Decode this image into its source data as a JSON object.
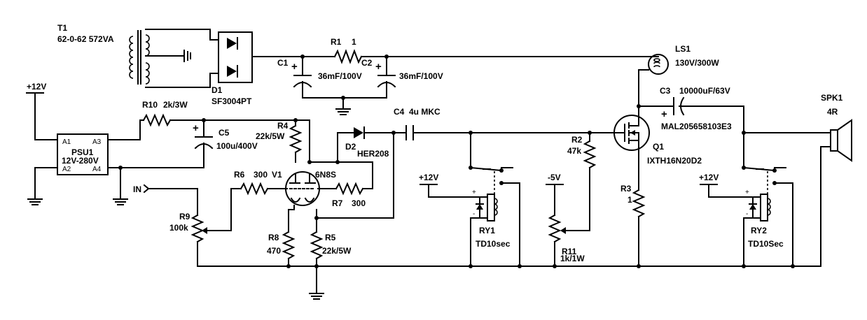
{
  "components": {
    "T1": {
      "ref": "T1",
      "value": "62-0-62 572VA"
    },
    "D1": {
      "ref": "D1",
      "value": "SF3004PT"
    },
    "R1": {
      "ref": "R1",
      "value": "1"
    },
    "C1": {
      "ref": "C1",
      "value": "36mF/100V"
    },
    "C2": {
      "ref": "C2",
      "value": "36mF/100V"
    },
    "LS1": {
      "ref": "LS1",
      "value": "130V/300W"
    },
    "C3": {
      "ref": "C3",
      "value": "10000uF/63V",
      "part": "MAL205658103E3"
    },
    "SPK1": {
      "ref": "SPK1",
      "value": "4R"
    },
    "R10": {
      "ref": "R10",
      "value": "2k/3W"
    },
    "C5": {
      "ref": "C5",
      "value": "100u/400V"
    },
    "R4": {
      "ref": "R4",
      "value": "22k/5W"
    },
    "D2": {
      "ref": "D2",
      "value": "HER208"
    },
    "C4": {
      "ref": "C4",
      "value": "4u MKC"
    },
    "R2": {
      "ref": "R2",
      "value": "47k"
    },
    "Q1": {
      "ref": "Q1",
      "value": "IXTH16N20D2"
    },
    "PSU1": {
      "ref": "PSU1",
      "value": "12V-280V",
      "pins": [
        "A1",
        "A3",
        "A2",
        "A4"
      ]
    },
    "R6": {
      "ref": "R6",
      "value": "300"
    },
    "V1": {
      "ref": "V1",
      "value": "6N8S"
    },
    "R7": {
      "ref": "R7",
      "value": "300"
    },
    "R9": {
      "ref": "R9",
      "value": "100k"
    },
    "R8": {
      "ref": "R8",
      "value": "470"
    },
    "R5": {
      "ref": "R5",
      "value": "22k/5W"
    },
    "RY1": {
      "ref": "RY1",
      "value": "TD10sec"
    },
    "RY2": {
      "ref": "RY2",
      "value": "TD10Sec"
    },
    "R11": {
      "ref": "R11",
      "value": "1k/1W"
    },
    "R3": {
      "ref": "R3",
      "value": "1"
    }
  },
  "rails": {
    "pos12_a": "+12V",
    "pos12_b": "+12V",
    "pos12_c": "+12V",
    "neg5": "-5V",
    "input": "IN"
  },
  "symbols": {
    "plus": "+",
    "minus": "-"
  }
}
